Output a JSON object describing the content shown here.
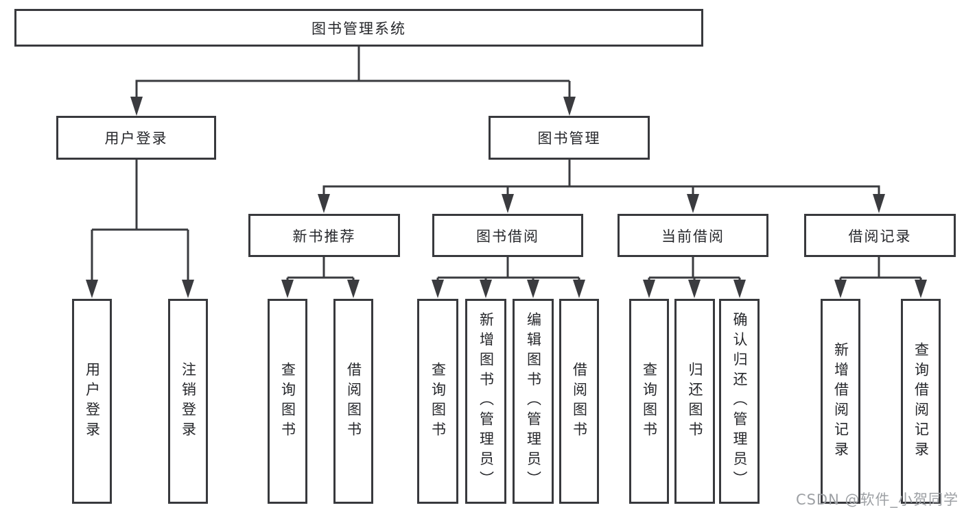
{
  "diagram": {
    "root": {
      "label": "图书管理系统"
    },
    "level2": [
      {
        "label": "用户登录",
        "children": [
          {
            "label": "用户登录"
          },
          {
            "label": "注销登录"
          }
        ]
      },
      {
        "label": "图书管理",
        "children": [
          {
            "label": "新书推荐",
            "children": [
              {
                "label": "查询图书"
              },
              {
                "label": "借阅图书"
              }
            ]
          },
          {
            "label": "图书借阅",
            "children": [
              {
                "label": "查询图书"
              },
              {
                "label": "新增图书（管理员）"
              },
              {
                "label": "编辑图书（管理员）"
              },
              {
                "label": "借阅图书"
              }
            ]
          },
          {
            "label": "当前借阅",
            "children": [
              {
                "label": "查询图书"
              },
              {
                "label": "归还图书"
              },
              {
                "label": "确认归还（管理员）"
              }
            ]
          },
          {
            "label": "借阅记录",
            "children": [
              {
                "label": "新增借阅记录"
              },
              {
                "label": "查询借阅记录"
              }
            ]
          }
        ]
      }
    ]
  },
  "watermark": {
    "text": "CSDN @软件_小贺同学"
  },
  "colors": {
    "line": "#3a3b3f",
    "box_border": "#38393d",
    "box_fill": "#ffffff",
    "text": "#26272b",
    "watermark": "#9da0a4",
    "background": "#ffffff"
  }
}
